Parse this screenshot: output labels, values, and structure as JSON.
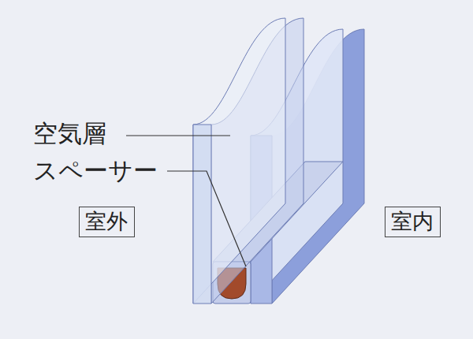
{
  "diagram": {
    "nodes": [
      {
        "text": [
          "室外"
        ]
      },
      {
        "text": [
          "室内"
        ]
      }
    ],
    "labels": [
      "空気層",
      "スペーサー"
    ]
  }
}
